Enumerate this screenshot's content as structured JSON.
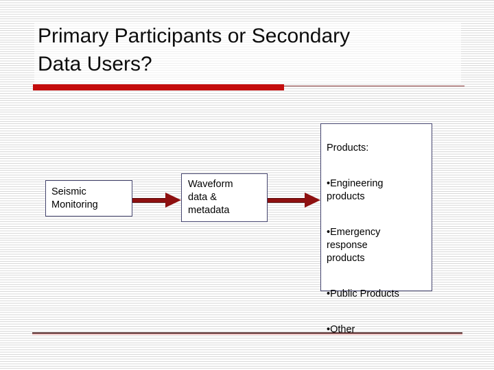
{
  "title": {
    "line1": "Primary Participants or Secondary",
    "line2": "Data Users?"
  },
  "flow": {
    "source_box": "Seismic\nMonitoring",
    "middle_box": "Waveform\ndata &\nmetadata"
  },
  "products": {
    "heading": "Products:",
    "items": [
      {
        "text": "•Engineering\nproducts"
      },
      {
        "text": "•Emergency\nresponse\nproducts"
      },
      {
        "text": "•Public Products"
      },
      {
        "text": "•Other"
      }
    ]
  },
  "colors": {
    "accent_red_bar": "#c40d0d",
    "underline_thin": "#8f3b3b",
    "arrow_fill": "#8e1010",
    "box_border": "#44446e",
    "background_stripe": "#d8d8d8",
    "bottom_rule_dark": "#4f2525",
    "bottom_rule_light": "#f2c8c8",
    "text": "#000000"
  }
}
